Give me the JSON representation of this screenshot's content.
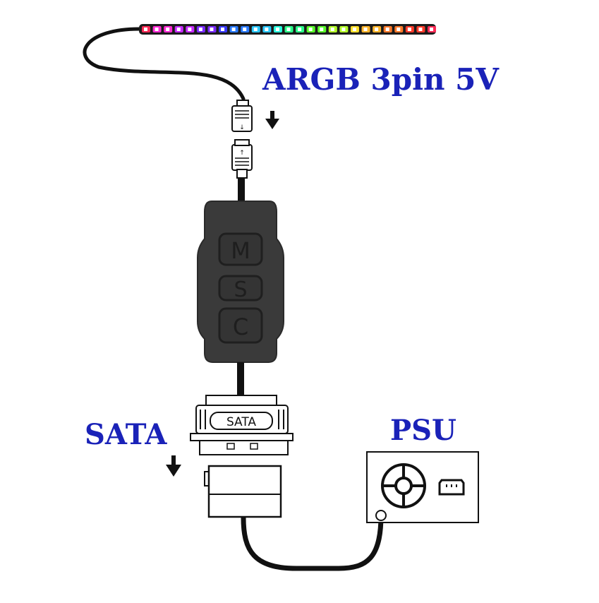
{
  "labels": {
    "argb": "ARGB 3pin 5V",
    "sata": "SATA",
    "psu": "PSU"
  },
  "controller": {
    "buttons": [
      "M",
      "S",
      "C"
    ]
  },
  "sata_connector": {
    "text": "SATA"
  },
  "strip": {
    "led_colors": [
      "#ff2a55",
      "#ff2ad4",
      "#c82aff",
      "#7a2aff",
      "#3a3aff",
      "#2a7aff",
      "#2ac8ff",
      "#2affe0",
      "#2aff8a",
      "#5aff2a",
      "#b4ff2a",
      "#ffe02a",
      "#ffb42a",
      "#ff7a2a",
      "#ff3a2a",
      "#ff2a55"
    ]
  },
  "colors": {
    "label_blue": "#1a22b8",
    "cable": "#111111",
    "controller_body": "#3a3a3a"
  },
  "icons": {
    "down_arrow": "down-arrow-icon",
    "fan": "fan-icon",
    "power_socket": "power-socket-icon"
  }
}
